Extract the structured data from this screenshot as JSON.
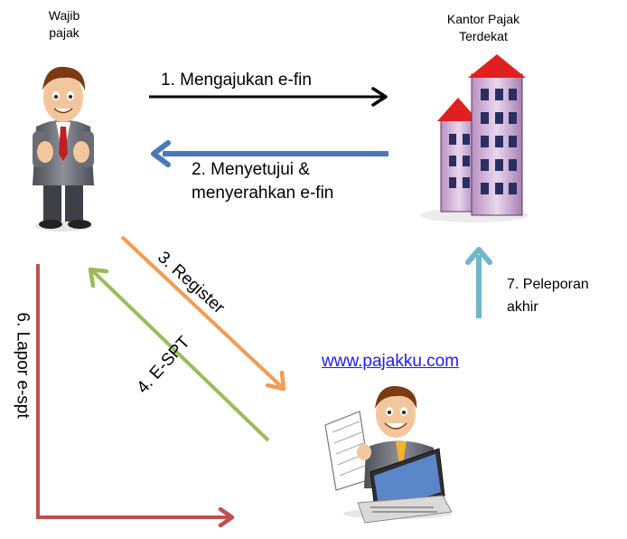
{
  "actors": {
    "taxpayer_label": "Wajib\npajak",
    "tax_office_label": "Kantor Pajak\nTerdekat",
    "website_label": "www.pajakku.com"
  },
  "steps": {
    "step1": "1. Mengajukan e-fin",
    "step2_line1": "2. Menyetujui &",
    "step2_line2": "menyerahkan e-fin",
    "step3": "3. Register",
    "step4": "4. E-SPT",
    "step6": "6. Lapor e-spt",
    "step7_line1": "7. Peleporan",
    "step7_line2": "akhir"
  },
  "colors": {
    "step1_arrow": "#000000",
    "step2_arrow": "#4a77b8",
    "step3_arrow": "#f59a52",
    "step4_arrow": "#9bbb59",
    "step6_arrow": "#c0504d",
    "step7_arrow": "#6fb6cc"
  }
}
